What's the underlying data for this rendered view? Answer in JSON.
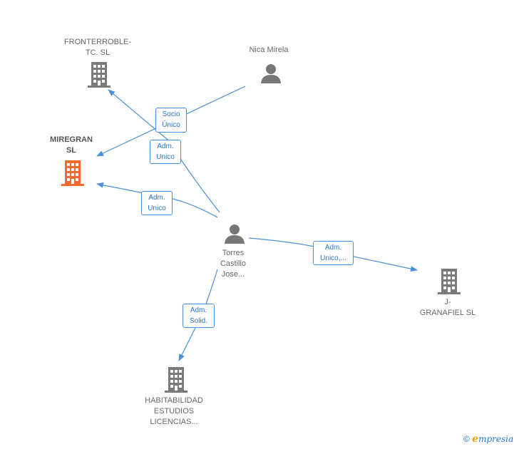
{
  "nodes": {
    "fronterroble": {
      "label": "FRONTERROBLE-\nTC.  SL",
      "type": "company"
    },
    "nica": {
      "label": "Nica Mirela",
      "type": "person"
    },
    "miregran": {
      "label": "MIREGRAN\nSL",
      "type": "company-highlight"
    },
    "torres": {
      "label": "Torres\nCastillo\nJose...",
      "type": "person"
    },
    "granafiel": {
      "label": "J-\nGRANAFIEL  SL",
      "type": "company"
    },
    "habitabilidad": {
      "label": "HABITABILIDAD\nESTUDIOS\nLICENCIAS...",
      "type": "company"
    }
  },
  "edges": {
    "socio_unico": "Socio\nÚnico",
    "adm_unico_fronterroble": "Adm.\nUnico",
    "adm_unico_miregran": "Adm.\nUnico",
    "adm_unico_granafiel": "Adm.\nUnico,...",
    "adm_solid": "Adm.\nSolid."
  },
  "colors": {
    "edge": "#4a90d9",
    "company": "#7a7a7a",
    "highlight": "#f26a2e",
    "person": "#777777"
  },
  "brand": {
    "copyright": "©",
    "e": "e",
    "rest": "mpresia"
  }
}
